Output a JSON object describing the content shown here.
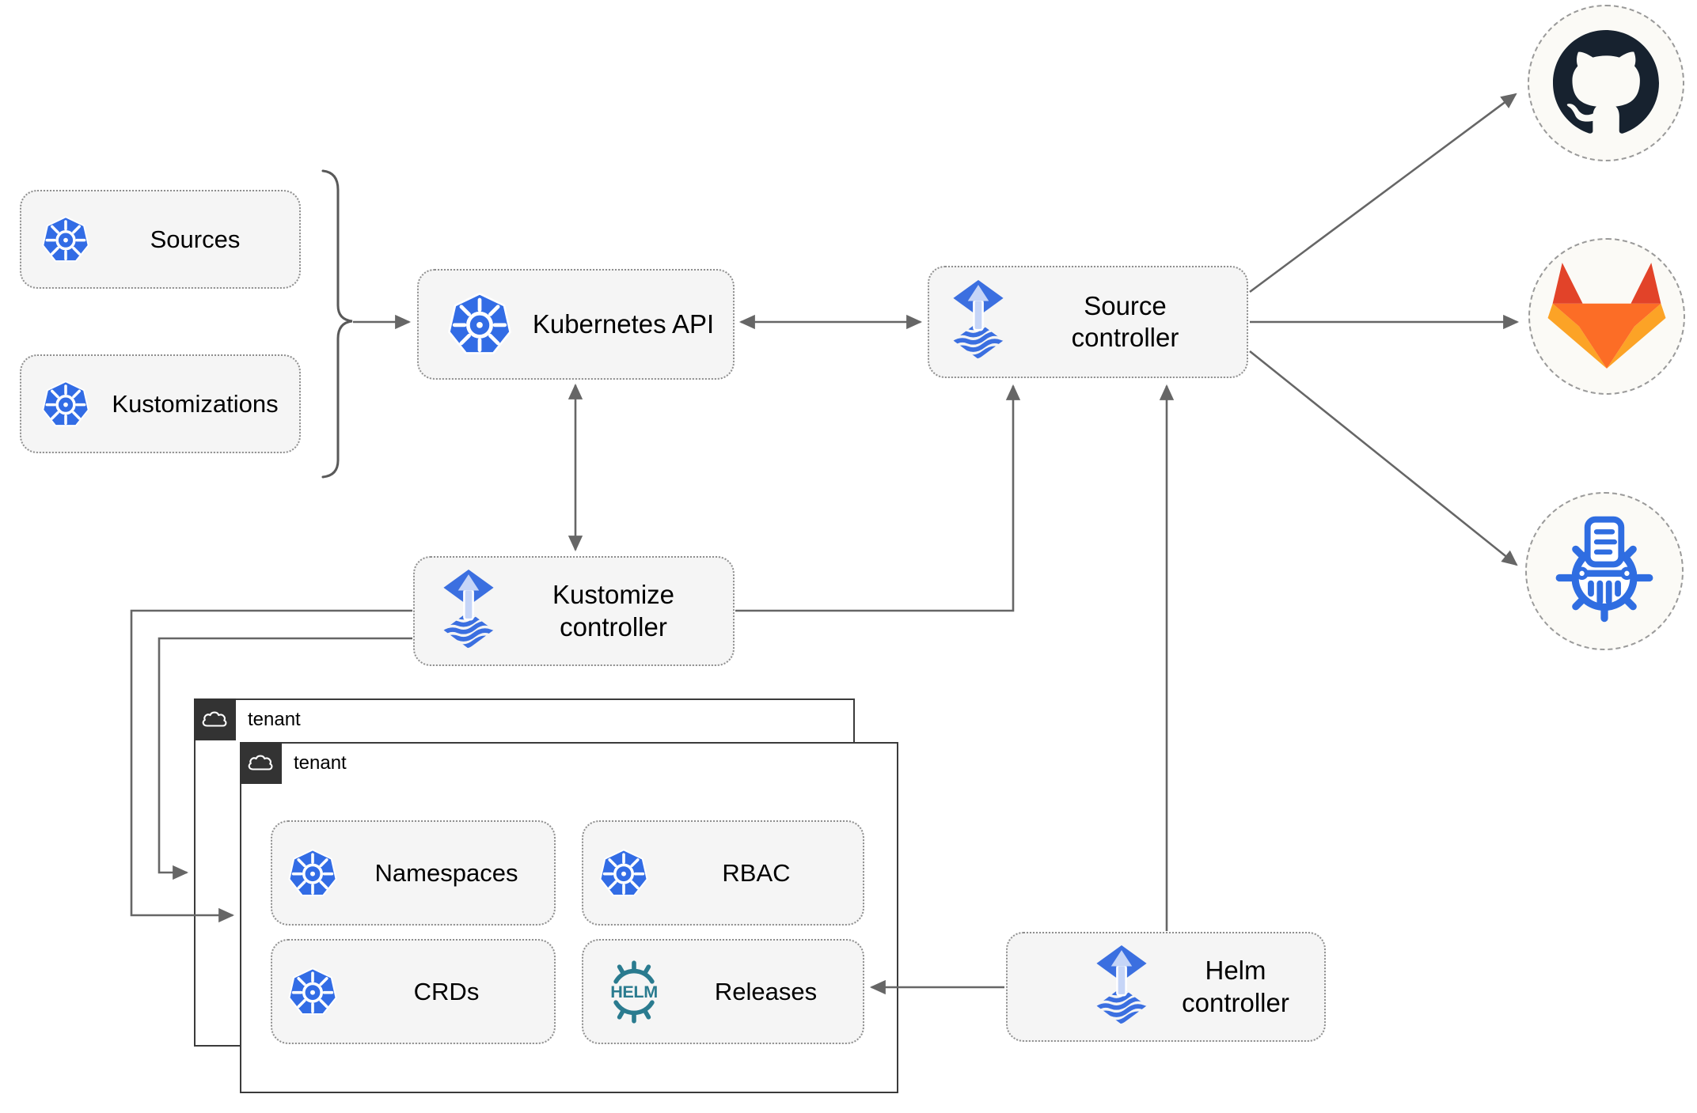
{
  "diagram": {
    "nodes": {
      "sources": {
        "label": "Sources"
      },
      "kustomizations": {
        "label": "Kustomizations"
      },
      "kubernetes_api": {
        "label": "Kubernetes API"
      },
      "source_controller": {
        "label": "Source controller"
      },
      "kustomize_controller": {
        "label": "Kustomize controller"
      },
      "helm_controller": {
        "label": "Helm controller"
      },
      "namespaces": {
        "label": "Namespaces"
      },
      "rbac": {
        "label": "RBAC"
      },
      "crds": {
        "label": "CRDs"
      },
      "releases": {
        "label": "Releases"
      }
    },
    "groups": {
      "tenant_back": {
        "label": "tenant"
      },
      "tenant_front": {
        "label": "tenant"
      }
    },
    "icons": {
      "kubernetes": "kubernetes-wheel-logo",
      "flux": "flux-diamond-arrow-logo",
      "helm": "helm-ship-wheel-logo",
      "helm_text": "HELM",
      "github": "github-octocat-logo",
      "gitlab": "gitlab-tanuki-logo",
      "chartmuseum": "chartmuseum-column-logo",
      "cloud": "cloud-outline-icon"
    },
    "colors": {
      "kubernetes_blue": "#326CE5",
      "flux_blue": "#3B6FE0",
      "flux_light": "#C6D5F7",
      "helm_teal": "#2A7B8F",
      "github_dark": "#17222F",
      "gitlab_red": "#E24329",
      "gitlab_orange": "#FC6D26",
      "gitlab_light": "#FCA326",
      "chartmuseum_blue": "#2F6DE1",
      "node_fill": "#F5F5F5",
      "node_border": "#8F8F8F",
      "connector": "#666666",
      "tenant_tab": "#333333",
      "tenant_border": "#3B3B3B",
      "circle_fill": "#FBFAF6"
    }
  }
}
